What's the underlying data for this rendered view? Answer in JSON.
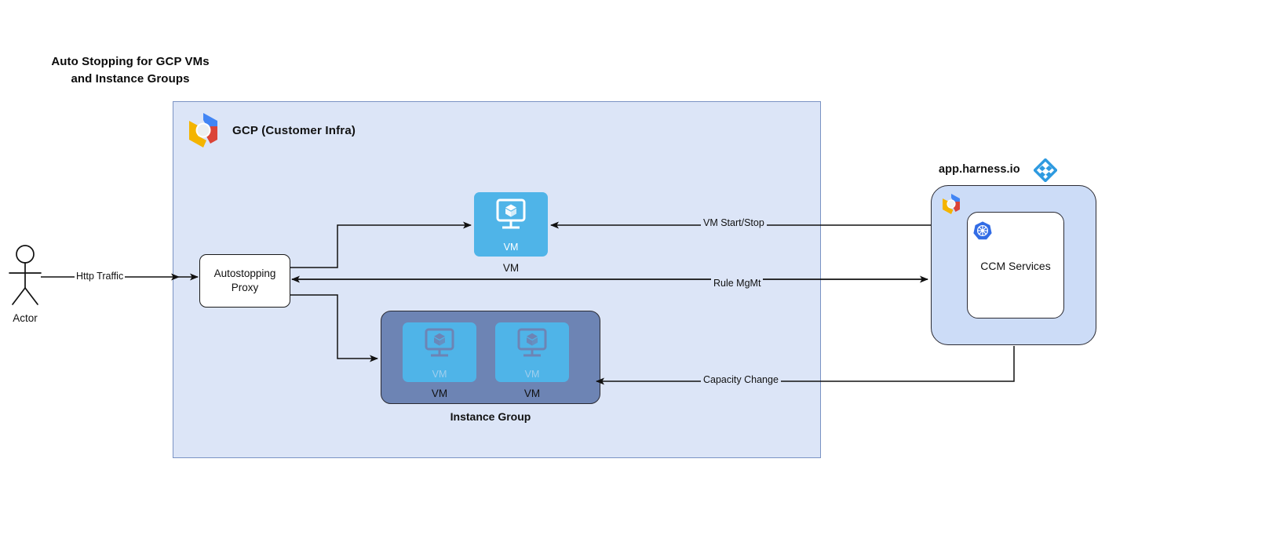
{
  "title": {
    "line1": "Auto Stopping for GCP VMs",
    "line2": "and Instance Groups",
    "full": "Auto Stopping for GCP VMs and Instance Groups"
  },
  "actor": {
    "label": "Actor",
    "icon": "stick-figure-actor-icon"
  },
  "gcp_container": {
    "label": "GCP (Customer Infra)",
    "logo": "gcp-logo-icon",
    "fill": "#dce5f7",
    "border": "#7a93c4"
  },
  "proxy": {
    "line1": "Autostopping",
    "line2": "Proxy",
    "label": "Autostopping Proxy"
  },
  "vm_node": {
    "inner_label": "VM",
    "caption": "VM",
    "icon": "vm-monitor-cube-icon",
    "fill": "#4fb4e8"
  },
  "instance_group": {
    "caption": "Instance Group",
    "fill": "#6d84b4",
    "vms": [
      {
        "inner_label": "VM",
        "caption": "VM",
        "icon": "vm-monitor-cube-icon"
      },
      {
        "inner_label": "VM",
        "caption": "VM",
        "icon": "vm-monitor-cube-icon"
      }
    ]
  },
  "harness": {
    "title": "app.harness.io",
    "logo": "harness-diamond-logo-icon",
    "gcp_logo": "gcp-logo-icon",
    "fill": "#ccdcf7",
    "ccm": {
      "label": "CCM Services",
      "icon": "kubernetes-icon"
    }
  },
  "edges": [
    {
      "id": "http-traffic",
      "label": "Http Traffic",
      "from": "Actor",
      "to": "Autostopping Proxy"
    },
    {
      "id": "proxy-to-vm",
      "label": "",
      "from": "Autostopping Proxy",
      "to": "VM"
    },
    {
      "id": "proxy-to-instance-group",
      "label": "",
      "from": "Autostopping Proxy",
      "to": "Instance Group"
    },
    {
      "id": "vm-start-stop",
      "label": "VM Start/Stop",
      "from": "CCM Services",
      "to": "VM"
    },
    {
      "id": "rule-mgmt",
      "label": "Rule MgMt",
      "from": "Autostopping Proxy",
      "to": "CCM Services"
    },
    {
      "id": "capacity-change",
      "label": "Capacity Change",
      "from": "CCM Services",
      "to": "Instance Group"
    }
  ],
  "colors": {
    "vm_blue": "#4fb4e8",
    "gcp_panel": "#dce5f7",
    "harness_panel": "#ccdcf7",
    "instance_group": "#6d84b4",
    "line": "#1a1a1a"
  }
}
